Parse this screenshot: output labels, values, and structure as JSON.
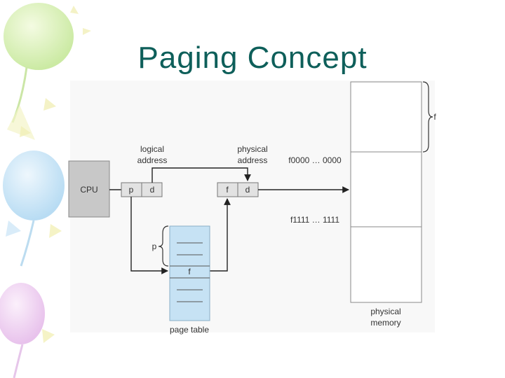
{
  "slide": {
    "title": "Paging Concept"
  },
  "diagram": {
    "cpu_label": "CPU",
    "logical_address_label": [
      "logical",
      "address"
    ],
    "physical_address_label": [
      "physical",
      "address"
    ],
    "logical_address_fields": [
      "p",
      "d"
    ],
    "physical_address_fields": [
      "f",
      "d"
    ],
    "page_table_label": "page table",
    "page_table_index_label": "p",
    "page_table_entry": "f",
    "frame_start_address": "f0000 … 0000",
    "frame_end_address": "f1111 … 1111",
    "frame_brace_label": "f",
    "physical_memory_label": [
      "physical",
      "memory"
    ]
  },
  "colors": {
    "title": "#0e5f5a",
    "cpu_box": "#c8c8c8",
    "page_table_fill": "#c6e2f4",
    "line": "#222222"
  }
}
